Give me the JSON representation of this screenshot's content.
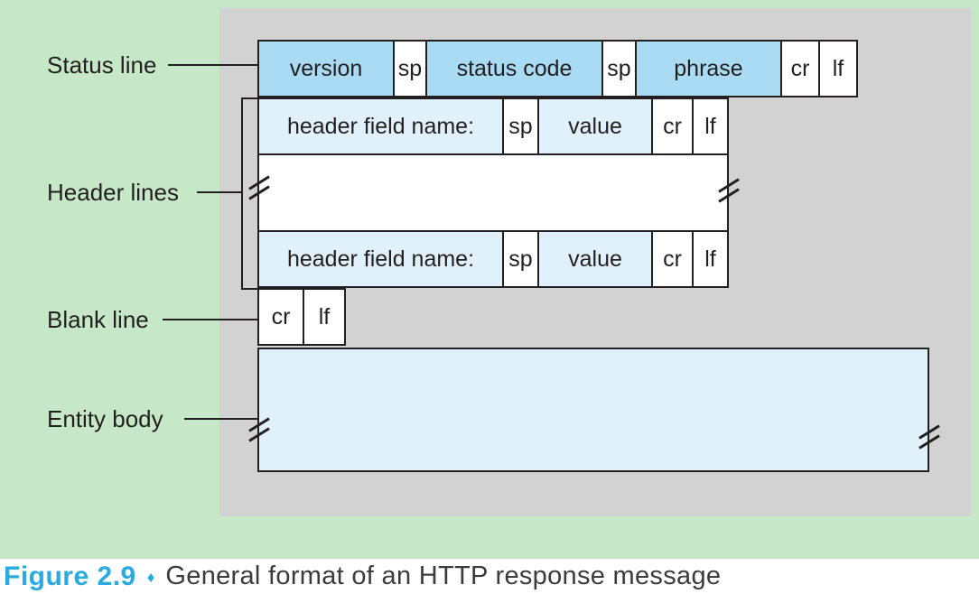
{
  "figure": {
    "side_labels": {
      "status_line": "Status line",
      "header_lines": "Header lines",
      "blank_line": "Blank line",
      "entity_body": "Entity body"
    },
    "rows": {
      "status_line": {
        "cells": [
          {
            "t": "version"
          },
          {
            "t": "sp"
          },
          {
            "t": "status code"
          },
          {
            "t": "sp"
          },
          {
            "t": "phrase"
          },
          {
            "t": "cr"
          },
          {
            "t": "lf"
          }
        ]
      },
      "header_line_1": {
        "cells": [
          {
            "t": "header field name:"
          },
          {
            "t": "sp"
          },
          {
            "t": "value"
          },
          {
            "t": "cr"
          },
          {
            "t": "lf"
          }
        ]
      },
      "header_line_2": {
        "cells": [
          {
            "t": "header field name:"
          },
          {
            "t": "sp"
          },
          {
            "t": "value"
          },
          {
            "t": "cr"
          },
          {
            "t": "lf"
          }
        ]
      },
      "blank_line": {
        "cells": [
          {
            "t": "cr"
          },
          {
            "t": "lf"
          }
        ]
      }
    },
    "caption": {
      "figure_label": "Figure 2.9",
      "separator": "♦",
      "title": "General format of an HTTP response message"
    },
    "colors": {
      "background": "#c7e8c8",
      "panel": "#d2d2d2",
      "highlight_cell": "#a9dbf4",
      "light_cell": "#e1f1fb",
      "ink": "#231f20",
      "accent": "#29abe2"
    }
  }
}
